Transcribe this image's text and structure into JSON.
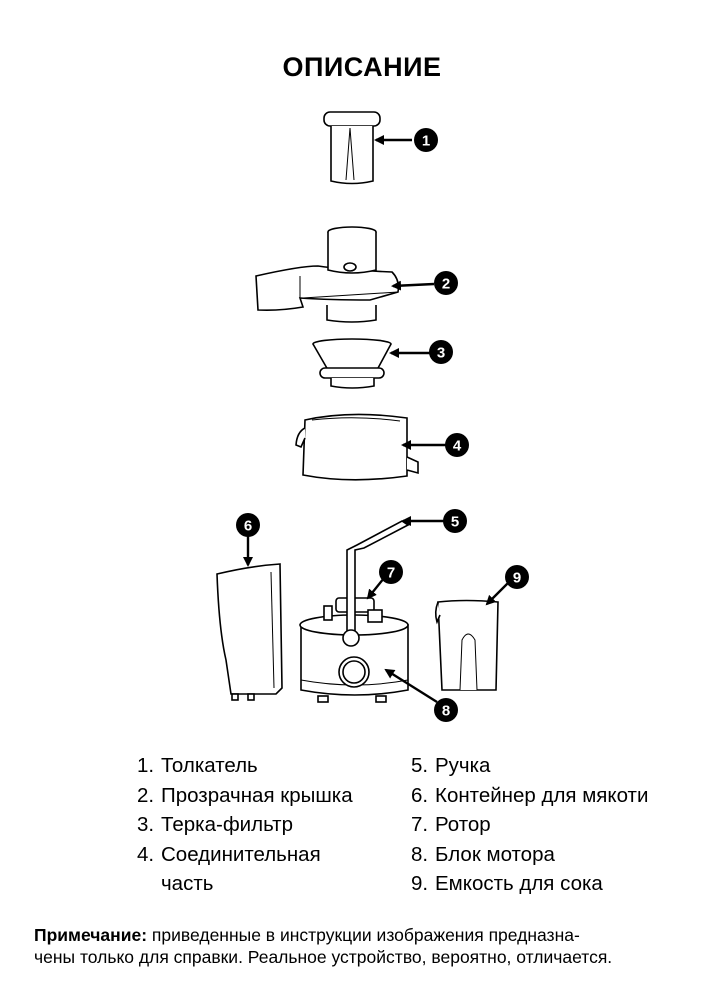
{
  "title": "ОПИСАНИЕ",
  "callouts": [
    "1",
    "2",
    "3",
    "4",
    "5",
    "6",
    "7",
    "8",
    "9"
  ],
  "parts": [
    {
      "num": "1.",
      "label": "Толкатель"
    },
    {
      "num": "2.",
      "label": "Прозрачная крышка"
    },
    {
      "num": "3.",
      "label": "Терка-фильтр"
    },
    {
      "num": "4.",
      "label": "Соединительная",
      "label_cont": "часть"
    },
    {
      "num": "5.",
      "label": "Ручка"
    },
    {
      "num": "6.",
      "label": "Контейнер для мякоти"
    },
    {
      "num": "7.",
      "label": "Ротор"
    },
    {
      "num": "8.",
      "label": "Блок мотора"
    },
    {
      "num": "9.",
      "label": "Емкость для сока"
    }
  ],
  "note": {
    "label": "Примечание:",
    "line1": " приведенные в инструкции изображения предназна-",
    "line2": "чены только для справки. Реальное устройство, вероятно, отличается."
  }
}
